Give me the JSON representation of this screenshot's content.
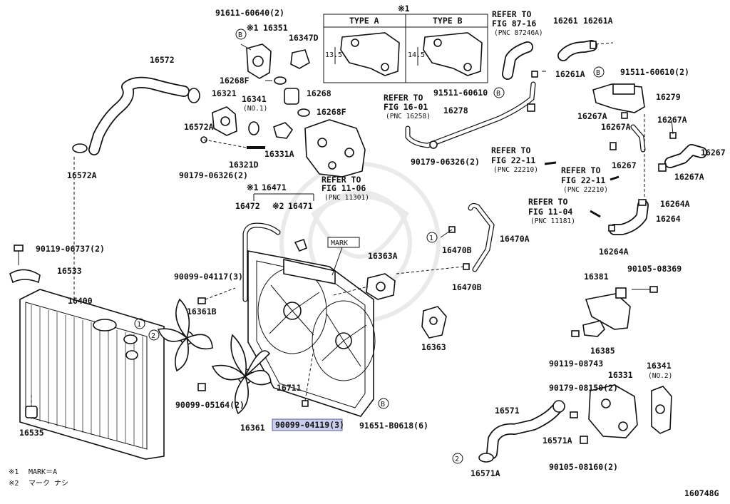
{
  "diagram_id": "160748G",
  "notes": [
    {
      "sym": "※1",
      "text": "MARK＝A"
    },
    {
      "sym": "※2",
      "text": "マーク ナシ"
    }
  ],
  "type_box": {
    "sym": "※1",
    "type_a": "TYPE A",
    "type_b": "TYPE B",
    "dim_a": "13.5",
    "dim_b": "14.5"
  },
  "mark_label": "MARK",
  "callout_b": "B",
  "callout_1": "1",
  "callout_2": "2",
  "parts": {
    "p91611": "91611-60640(2)",
    "x1": "※1",
    "p16351": "16351",
    "p16347D": "16347D",
    "p16572": "16572",
    "p16321": "16321",
    "p16268F_a": "16268F",
    "p16341_1": "16341",
    "p16341_1sub": "(NO.1)",
    "p16268": "16268",
    "p16268F_b": "16268F",
    "p16572A_a": "16572A",
    "p16331A": "16331A",
    "p16321D": "16321D",
    "p90179a": "90179-06326(2)",
    "p16572A_b": "16572A",
    "ref1": "REFER TO",
    "ref1b": "FIG 11-06",
    "ref1c": "(PNC 11301)",
    "p16471_all": "16471",
    "x1b": "※1",
    "p16472": "16472",
    "x2": "※2",
    "p16471": "16471",
    "p90119": "90119-06737(2)",
    "p16533": "16533",
    "p90099a": "90099-04117(3)",
    "p16400": "16400",
    "p16361B": "16361B",
    "p16711": "16711",
    "p90099b": "90099-05164(2)",
    "p16361": "16361",
    "p90099c": "90099-04119(3)",
    "p91651": "91651-B0618(6)",
    "p16535": "16535",
    "ref2": "REFER TO",
    "ref2b": "FIG 16-01",
    "ref2c": "(PNC 16258)",
    "p16278": "16278",
    "p91511a": "91511-60610",
    "p90179b": "90179-06326(2)",
    "ref3": "REFER TO",
    "ref3b": "FIG 87-16",
    "ref3c": "(PNC 87246A)",
    "p16261": "16261",
    "p16261A_a": "16261A",
    "p16261A_b": "16261A",
    "p91511b": "91511-60610(2)",
    "p16279": "16279",
    "p16267A_a": "16267A",
    "p16267A_b": "16267A",
    "p16267A_c": "16267A",
    "p16267A_d": "16267A",
    "p16267_a": "16267",
    "p16267_b": "16267",
    "ref4": "REFER TO",
    "ref4b": "FIG 22-11",
    "ref4c": "(PNC 22210)",
    "ref5": "REFER TO",
    "ref5b": "FIG 22-11",
    "ref5c": "(PNC 22210)",
    "ref6": "REFER TO",
    "ref6b": "FIG 11-04",
    "ref6c": "(PNC 11181)",
    "p16264A_a": "16264A",
    "p16264": "16264",
    "p16264A_b": "16264A",
    "p16470A": "16470A",
    "p16470B_a": "16470B",
    "p16470B_b": "16470B",
    "p16363A": "16363A",
    "p16363": "16363",
    "p16381": "16381",
    "p90105a": "90105-08369",
    "p16385": "16385",
    "p90119b": "90119-08743",
    "p16331": "16331",
    "p16341_2": "16341",
    "p16341_2sub": "(NO.2)",
    "p90179c": "90179-08150(2)",
    "p16571": "16571",
    "p16571A_a": "16571A",
    "p16571A_b": "16571A",
    "p90105b": "90105-08160(2)"
  }
}
